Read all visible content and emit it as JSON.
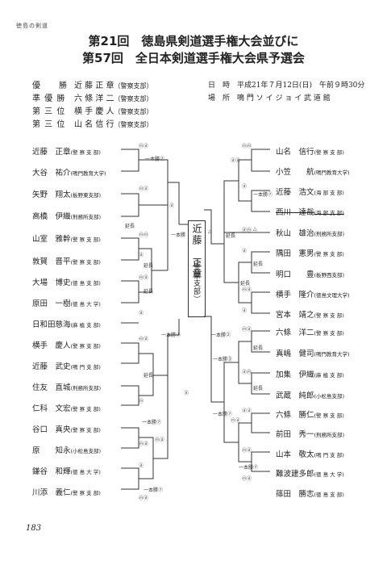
{
  "header": "徳島の剣道",
  "title1": "第21回　徳島県剣道選手権大会並びに",
  "title2": "第57回　全日本剣道選手権大会県予選会",
  "results": [
    {
      "rank": "優　　勝",
      "name": "近 藤 正 章",
      "aff": "（警察支部）"
    },
    {
      "rank": "準 優 勝",
      "name": "六 條 洋 二",
      "aff": "（警察支部）"
    },
    {
      "rank": "第 三 位",
      "name": "横 手 慶 人",
      "aff": "（警察支部）"
    },
    {
      "rank": "第 三 位",
      "name": "山 名 信 行",
      "aff": "（警察支部）"
    }
  ],
  "info": {
    "date_label": "日　時",
    "date": "平成21年７月12日(日)　午前９時30分",
    "place_label": "場　所",
    "place": "鳴 門 ソ イ ジ ョ イ 武 道 館"
  },
  "left": [
    {
      "name": "近藤　正章",
      "aff": "(警 察 支 部)"
    },
    {
      "name": "大谷　祐介",
      "aff": "(鳴門教育大学)"
    },
    {
      "name": "矢野　翔太",
      "aff": "(板野東支部)"
    },
    {
      "name": "高橋　伊織",
      "aff": "(刑務所支部)"
    },
    {
      "name": "山室　雅幹",
      "aff": "(警 察 支 部)"
    },
    {
      "name": "敦賀　晋平",
      "aff": "(警 察 支 部)"
    },
    {
      "name": "大場　博史",
      "aff": "(徳 島 支 部)"
    },
    {
      "name": "原田　一樹",
      "aff": "(徳 島 大 学)"
    },
    {
      "name": "日和田慈海",
      "aff": "(麻 植 支 部)"
    },
    {
      "name": "横手　慶人",
      "aff": "(警 察 支 部)"
    },
    {
      "name": "近藤　武史",
      "aff": "(鳴 門 支 部)"
    },
    {
      "name": "住友　直城",
      "aff": "(刑務所支部)"
    },
    {
      "name": "仁科　文宏",
      "aff": "(警 察 支 部)"
    },
    {
      "name": "谷口　真央",
      "aff": "(警 察 支 部)"
    },
    {
      "name": "原　　知永",
      "aff": "(小松島支部)"
    },
    {
      "name": "鎌谷　和輝",
      "aff": "(徳 島 大 学)"
    },
    {
      "name": "川添　義仁",
      "aff": "(警 察 支 部)"
    }
  ],
  "right": [
    {
      "name": "山名　信行",
      "aff": "(警 察 支 部)",
      "struck": false
    },
    {
      "name": "小笠　　航",
      "aff": "(鳴門教育大学)",
      "struck": false
    },
    {
      "name": "近藤　浩文",
      "aff": "(海 部 支 部)",
      "struck": false
    },
    {
      "name": "西川　達哉",
      "aff": "(海 部 支 部)",
      "struck": true
    },
    {
      "name": "秋山　雄治",
      "aff": "(刑務所支部)",
      "struck": false
    },
    {
      "name": "隅田　憲男",
      "aff": "(警 察 支 部)",
      "struck": false
    },
    {
      "name": "明口　　豊",
      "aff": "(板野西支部)",
      "struck": false
    },
    {
      "name": "横手　隆介",
      "aff": "(徳島文理大学)",
      "struck": false
    },
    {
      "name": "宮本　靖之",
      "aff": "(警 察 支 部)",
      "struck": false
    },
    {
      "name": "六條　洋二",
      "aff": "(警 察 支 部)",
      "struck": false
    },
    {
      "name": "真嶋　健司",
      "aff": "(鳴門教育大学)",
      "struck": false
    },
    {
      "name": "加集　伊織",
      "aff": "(麻 植 支 部)",
      "struck": false
    },
    {
      "name": "武蔵　純郎",
      "aff": "(小松島支部)",
      "struck": false
    },
    {
      "name": "六條　勝仁",
      "aff": "(警 察 支 部)",
      "struck": false
    },
    {
      "name": "前田　秀一",
      "aff": "(刑務所支部)",
      "struck": false
    },
    {
      "name": "山本　敬太",
      "aff": "(鳴 門 支 部)",
      "struck": false
    },
    {
      "name": "難波建多郎",
      "aff": "(徳 島 大 学)",
      "struck": false
    },
    {
      "name": "篠田　勝志",
      "aff": "(徳 島 支 部)",
      "struck": false
    }
  ],
  "bracket_notes": {
    "ippon_1": "一本勝⑦",
    "encho_1": "延長",
    "encho_2": "延長",
    "ippon_2": "一本勝",
    "encho_3": "延長",
    "ippon_3": "一本勝⑦",
    "encho_4": "延長",
    "ippon_4": "一本勝⑦",
    "ippon_5": "一本勝⑦",
    "encho_5": "延長",
    "ippon_6": "一本勝⑦",
    "encho_6": "延長",
    "encho_7": "延長",
    "ippon_7": "一本勝②",
    "ippon_8": "一本勝③",
    "ippon_9": "一本勝⑦",
    "ippon_10": "一本勝⑦",
    "encho_8": "延長",
    "encho_9": "延長"
  },
  "scores": {
    "s1": "ⓜⓓ",
    "s2": "ⓜⓓ",
    "s3": "ⓜⓜ",
    "s4": "ⓓ",
    "s5": "ⓜⓓ",
    "s6": "ⓓ",
    "s7": "ⓓ",
    "s8": "ⓜⓓ",
    "s9": "ⓜ",
    "s10": "ⓜⓓ",
    "s11": "ⓓ",
    "s12": "ⓜⓓ",
    "s13": "ⓜⓓ",
    "s14": "ⓜⓜ",
    "s15": "ⓓⓓ",
    "s16": "ⓓ",
    "s17": "△",
    "s18": "ⓓⓜ",
    "s19": "△",
    "s20": "ⓓ",
    "s21": "ⓜⓓ",
    "s22": "ⓓ",
    "s23": "ⓜⓓ",
    "s24": "ⓓⓜ",
    "s25": "ⓜⓓ",
    "s26": "ⓓⓓ",
    "s27": "ⓜⓓ",
    "s28": "ⓜⓓ",
    "s29": "ⓓ"
  },
  "winner": {
    "name": "近藤　正章",
    "aff": "（警察支部）"
  },
  "page_number": "183"
}
